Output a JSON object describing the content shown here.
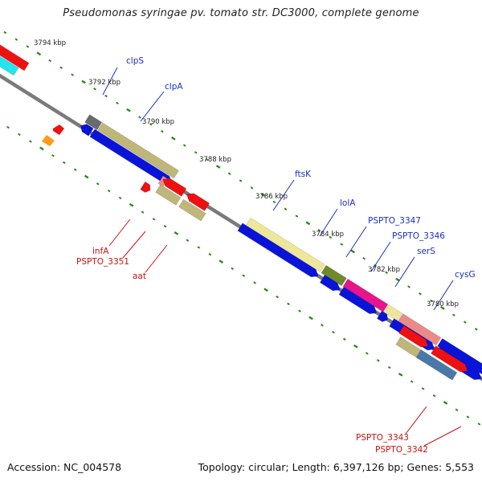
{
  "title": "Pseudomonas syringae pv. tomato str. DC3000, complete genome",
  "footer": {
    "accession": "Accession: NC_004578",
    "stats": "Topology: circular; Length: 6,397,126 bp; Genes: 5,553"
  },
  "ruler_labels": [
    "3794 kbp",
    "3792 kbp",
    "3790 kbp",
    "3788 kbp",
    "3786 kbp",
    "3784 kbp",
    "3782 kbp",
    "3780 kbp"
  ],
  "gene_labels_top": [
    "clpS",
    "clpA",
    "ftsK",
    "lolA",
    "PSPTO_3347",
    "PSPTO_3346",
    "serS",
    "cysG"
  ],
  "gene_labels_bottom": [
    "infA",
    "PSPTO_3351",
    "aat",
    "PSPTO_3343",
    "PSPTO_3342"
  ],
  "colors": {
    "backbone": "#7a7a7a",
    "tick": "#2a8a1a",
    "cds_blue": "#0a14d8",
    "khaki": "#bfb67a",
    "red": "#ee1111",
    "pale_yellow": "#eee79a",
    "magenta": "#e8148a",
    "salmon": "#ea8a8a",
    "olive": "#6f8a2a",
    "cyan": "#22e5ee",
    "orange": "#ff9a1a",
    "steel_blue": "#4a78a8",
    "gray": "#6a6a6a"
  }
}
